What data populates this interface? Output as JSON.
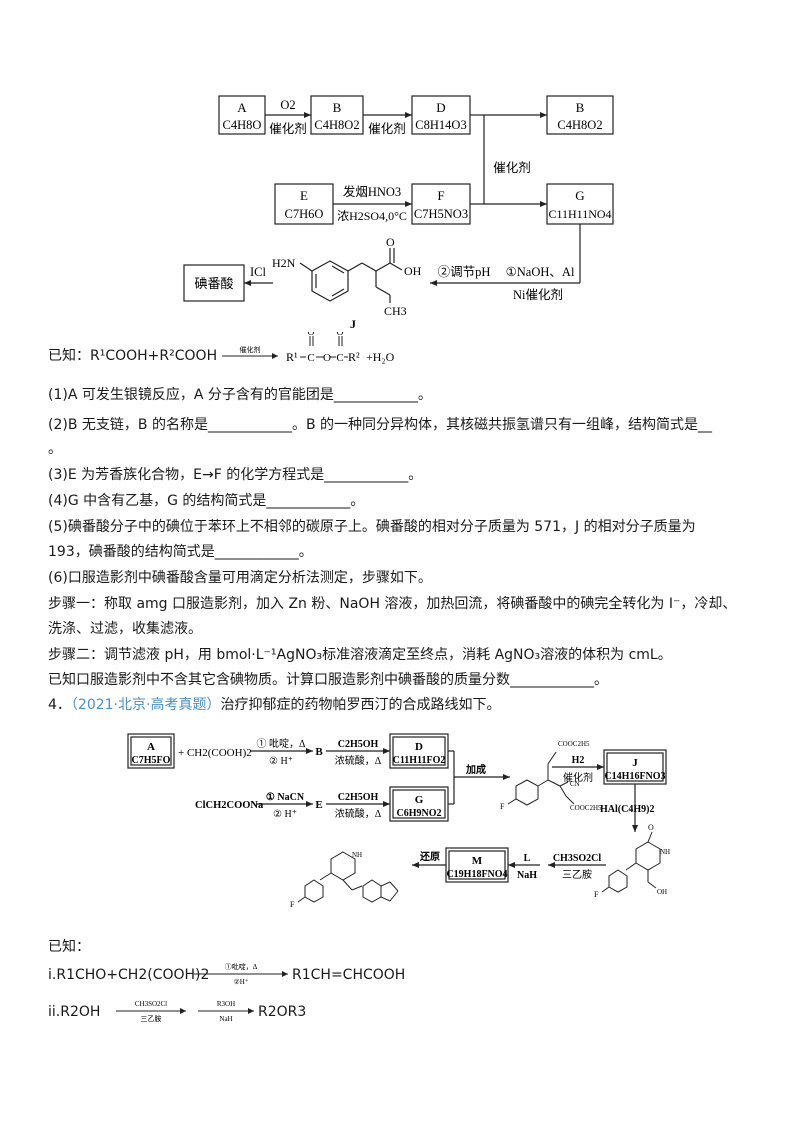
{
  "scheme1": {
    "box_A": {
      "letter": "A",
      "formula": "C4H8O"
    },
    "box_B": {
      "letter": "B",
      "formula": "C4H8O2"
    },
    "box_D": {
      "letter": "D",
      "formula": "C8H14O3"
    },
    "box_B2": {
      "letter": "B",
      "formula": "C4H8O2"
    },
    "box_E": {
      "letter": "E",
      "formula": "C7H6O"
    },
    "box_F": {
      "letter": "F",
      "formula": "C7H5NO3"
    },
    "box_G": {
      "letter": "G",
      "formula": "C11H11NO4"
    },
    "arrow_AB_top": "O2",
    "arrow_AB_bottom": "催化剂",
    "arrow_BD": "催化剂",
    "arrow_DG": "催化剂",
    "arrow_EF_top": "发烟HNO3",
    "arrow_EF_bottom": "浓H2SO4,0°C",
    "arrow_GJ_top_1": "②调节pH",
    "arrow_GJ_top_2": "①NaOH、Al",
    "arrow_GJ_bottom": "Ni催化剂",
    "J_label": "J",
    "J_nh2": "H2N",
    "J_oh": "OH",
    "J_o": "O",
    "J_ch3": "CH3",
    "iodo_box": "碘番酸",
    "arrow_ICl": "ICl"
  },
  "known1": {
    "prefix": "已知：",
    "reactants": "R¹COOH+R²COOH",
    "condition": "催化剂",
    "product_r1": "R¹",
    "product_r2": "R²",
    "product_tail": "+H₂O"
  },
  "questions": [
    "(1)A 可发生银镜反应，A 分子含有的官能团是____________。",
    "(2)B 无支链，B 的名称是____________。B 的一种同分异构体，其核磁共振氢谱只有一组峰，结构简式是__",
    "。",
    "(3)E 为芳香族化合物，E→F 的化学方程式是____________。",
    "(4)G 中含有乙基，G 的结构简式是____________。",
    "(5)碘番酸分子中的碘位于苯环上不相邻的碳原子上。碘番酸的相对分子质量为 571，J 的相对分子质量为",
    "193，碘番酸的结构简式是____________。",
    "(6)口服造影剂中碘番酸含量可用滴定分析法测定，步骤如下。",
    "步骤一：称取 amg 口服造影剂，加入 Zn 粉、NaOH 溶液，加热回流，将碘番酸中的碘完全转化为 I⁻，冷却、",
    "洗涤、过滤，收集滤液。",
    "步骤二：调节滤液 pH，用 bmol·L⁻¹AgNO₃标准溶液滴定至终点，消耗 AgNO₃溶液的体积为 cmL。",
    "已知口服造影剂中不含其它含碘物质。计算口服造影剂中碘番酸的质量分数____________。"
  ],
  "q4": {
    "number": "4．",
    "source": "（2021·北京·高考真题）",
    "text": "治疗抑郁症的药物帕罗西汀的合成路线如下。"
  },
  "scheme2": {
    "box_A": {
      "letter": "A",
      "formula": "C7H5FO"
    },
    "reagent_malonic": "+ CH2(COOH)2",
    "arrow_AB_top": "① 吡啶，Δ",
    "arrow_AB_bottom": "② H⁺",
    "label_B": "B",
    "arrow_BD_top": "C2H5OH",
    "arrow_BD_bottom": "浓硫酸，Δ",
    "box_D": {
      "letter": "D",
      "formula": "C11H11FO2"
    },
    "join_label": "加成",
    "arrow_J_top": "H2",
    "arrow_J_bottom": "催化剂",
    "box_J": {
      "letter": "J",
      "formula": "C14H16FNO3"
    },
    "start_E": "ClCH2COONa",
    "arrow_E_top": "① NaCN",
    "arrow_E_bottom": "② H⁺",
    "label_E": "E",
    "arrow_EG_top": "C2H5OH",
    "arrow_EG_bottom": "浓硫酸，Δ",
    "box_G": {
      "letter": "G",
      "formula": "C6H9NO2"
    },
    "arrow_hal": "HAl(C4H9)2",
    "arrow_ms_top": "CH3SO2Cl",
    "arrow_ms_bottom": "三乙胺",
    "arrow_L_top": "L",
    "arrow_L_bottom": "NaH",
    "box_M": {
      "letter": "M",
      "formula": "C19H18FNO4"
    },
    "arrow_red": "还原",
    "ester_label": "COOC2H5",
    "cn_label": "CN",
    "f_label": "F",
    "nh_label": "NH",
    "o_label": "O",
    "oh_label": "OH"
  },
  "known2": {
    "prefix": "已知：",
    "i_left": "i.R1CHO+CH2(COOH)2",
    "i_cond_top": "①吡啶，Δ",
    "i_cond_bottom": "②H⁺",
    "i_right": "R1CH=CHCOOH",
    "ii_left": "ii.R2OH",
    "ii_cond1_top": "CH3SO2Cl",
    "ii_cond1_bottom": "三乙胺",
    "ii_cond2_top": "R3OH",
    "ii_cond2_bottom": "NaH",
    "ii_right": "R2OR3"
  }
}
